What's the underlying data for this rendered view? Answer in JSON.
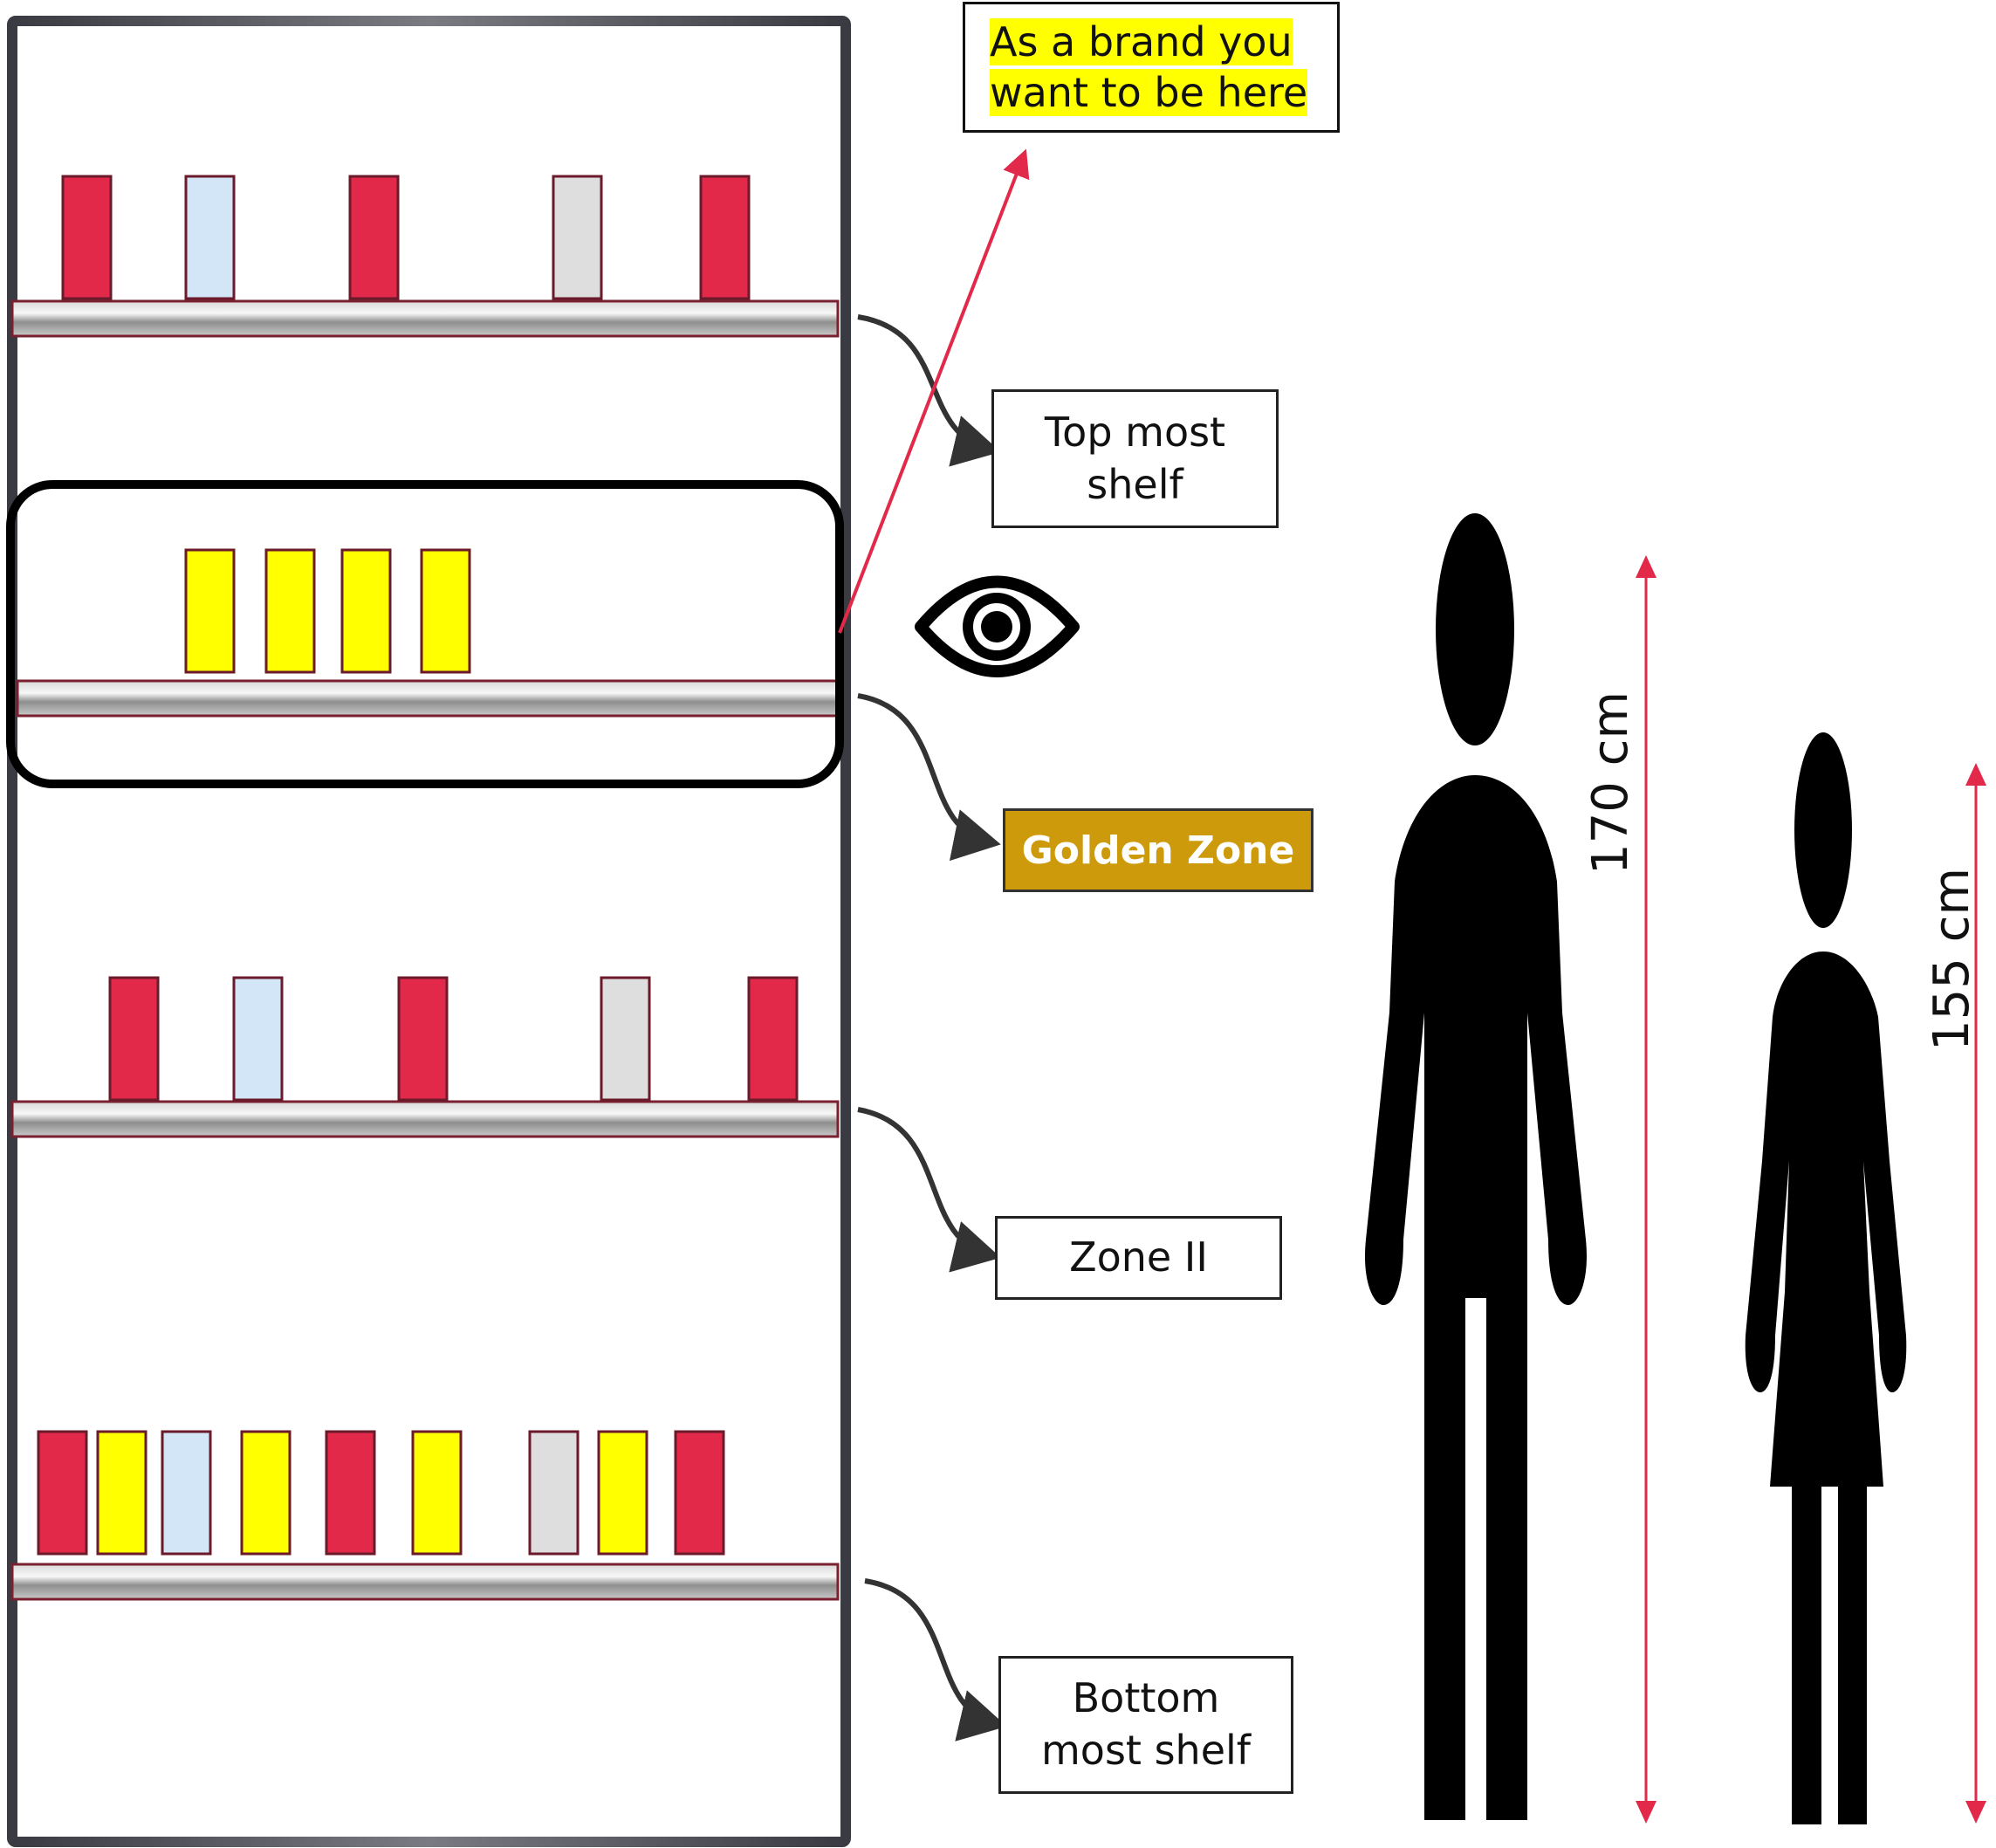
{
  "callout": {
    "text": "As a brand you\nwant to be here",
    "highlight_color": "#ffff00"
  },
  "labels": {
    "top_shelf": "Top most\nshelf",
    "golden_zone": "Golden Zone",
    "zone_two": "Zone II",
    "bottom_shelf": "Bottom\nmost shelf"
  },
  "heights": {
    "man": "170 cm",
    "woman": "155 cm"
  },
  "shelves": [
    {
      "name": "top-most-shelf",
      "products": [
        "red",
        "light-blue",
        "red",
        "gray",
        "red"
      ]
    },
    {
      "name": "golden-zone-shelf",
      "products": [
        "yellow",
        "yellow",
        "yellow",
        "yellow"
      ]
    },
    {
      "name": "zone-ii-shelf",
      "products": [
        "red",
        "light-blue",
        "red",
        "gray",
        "red"
      ]
    },
    {
      "name": "bottom-most-shelf",
      "products": [
        "red",
        "yellow",
        "light-blue",
        "yellow",
        "red",
        "yellow",
        "gray",
        "yellow",
        "red"
      ]
    }
  ],
  "colors": {
    "red": "#e2294a",
    "yellow": "#ffff00",
    "light-blue": "#d3e6f8",
    "gray": "#dedede",
    "golden": "#cc9a0a",
    "arrow": "#e2294a",
    "frame": "#4a4a52"
  },
  "icons": [
    "eye-icon",
    "man-silhouette",
    "woman-silhouette"
  ]
}
